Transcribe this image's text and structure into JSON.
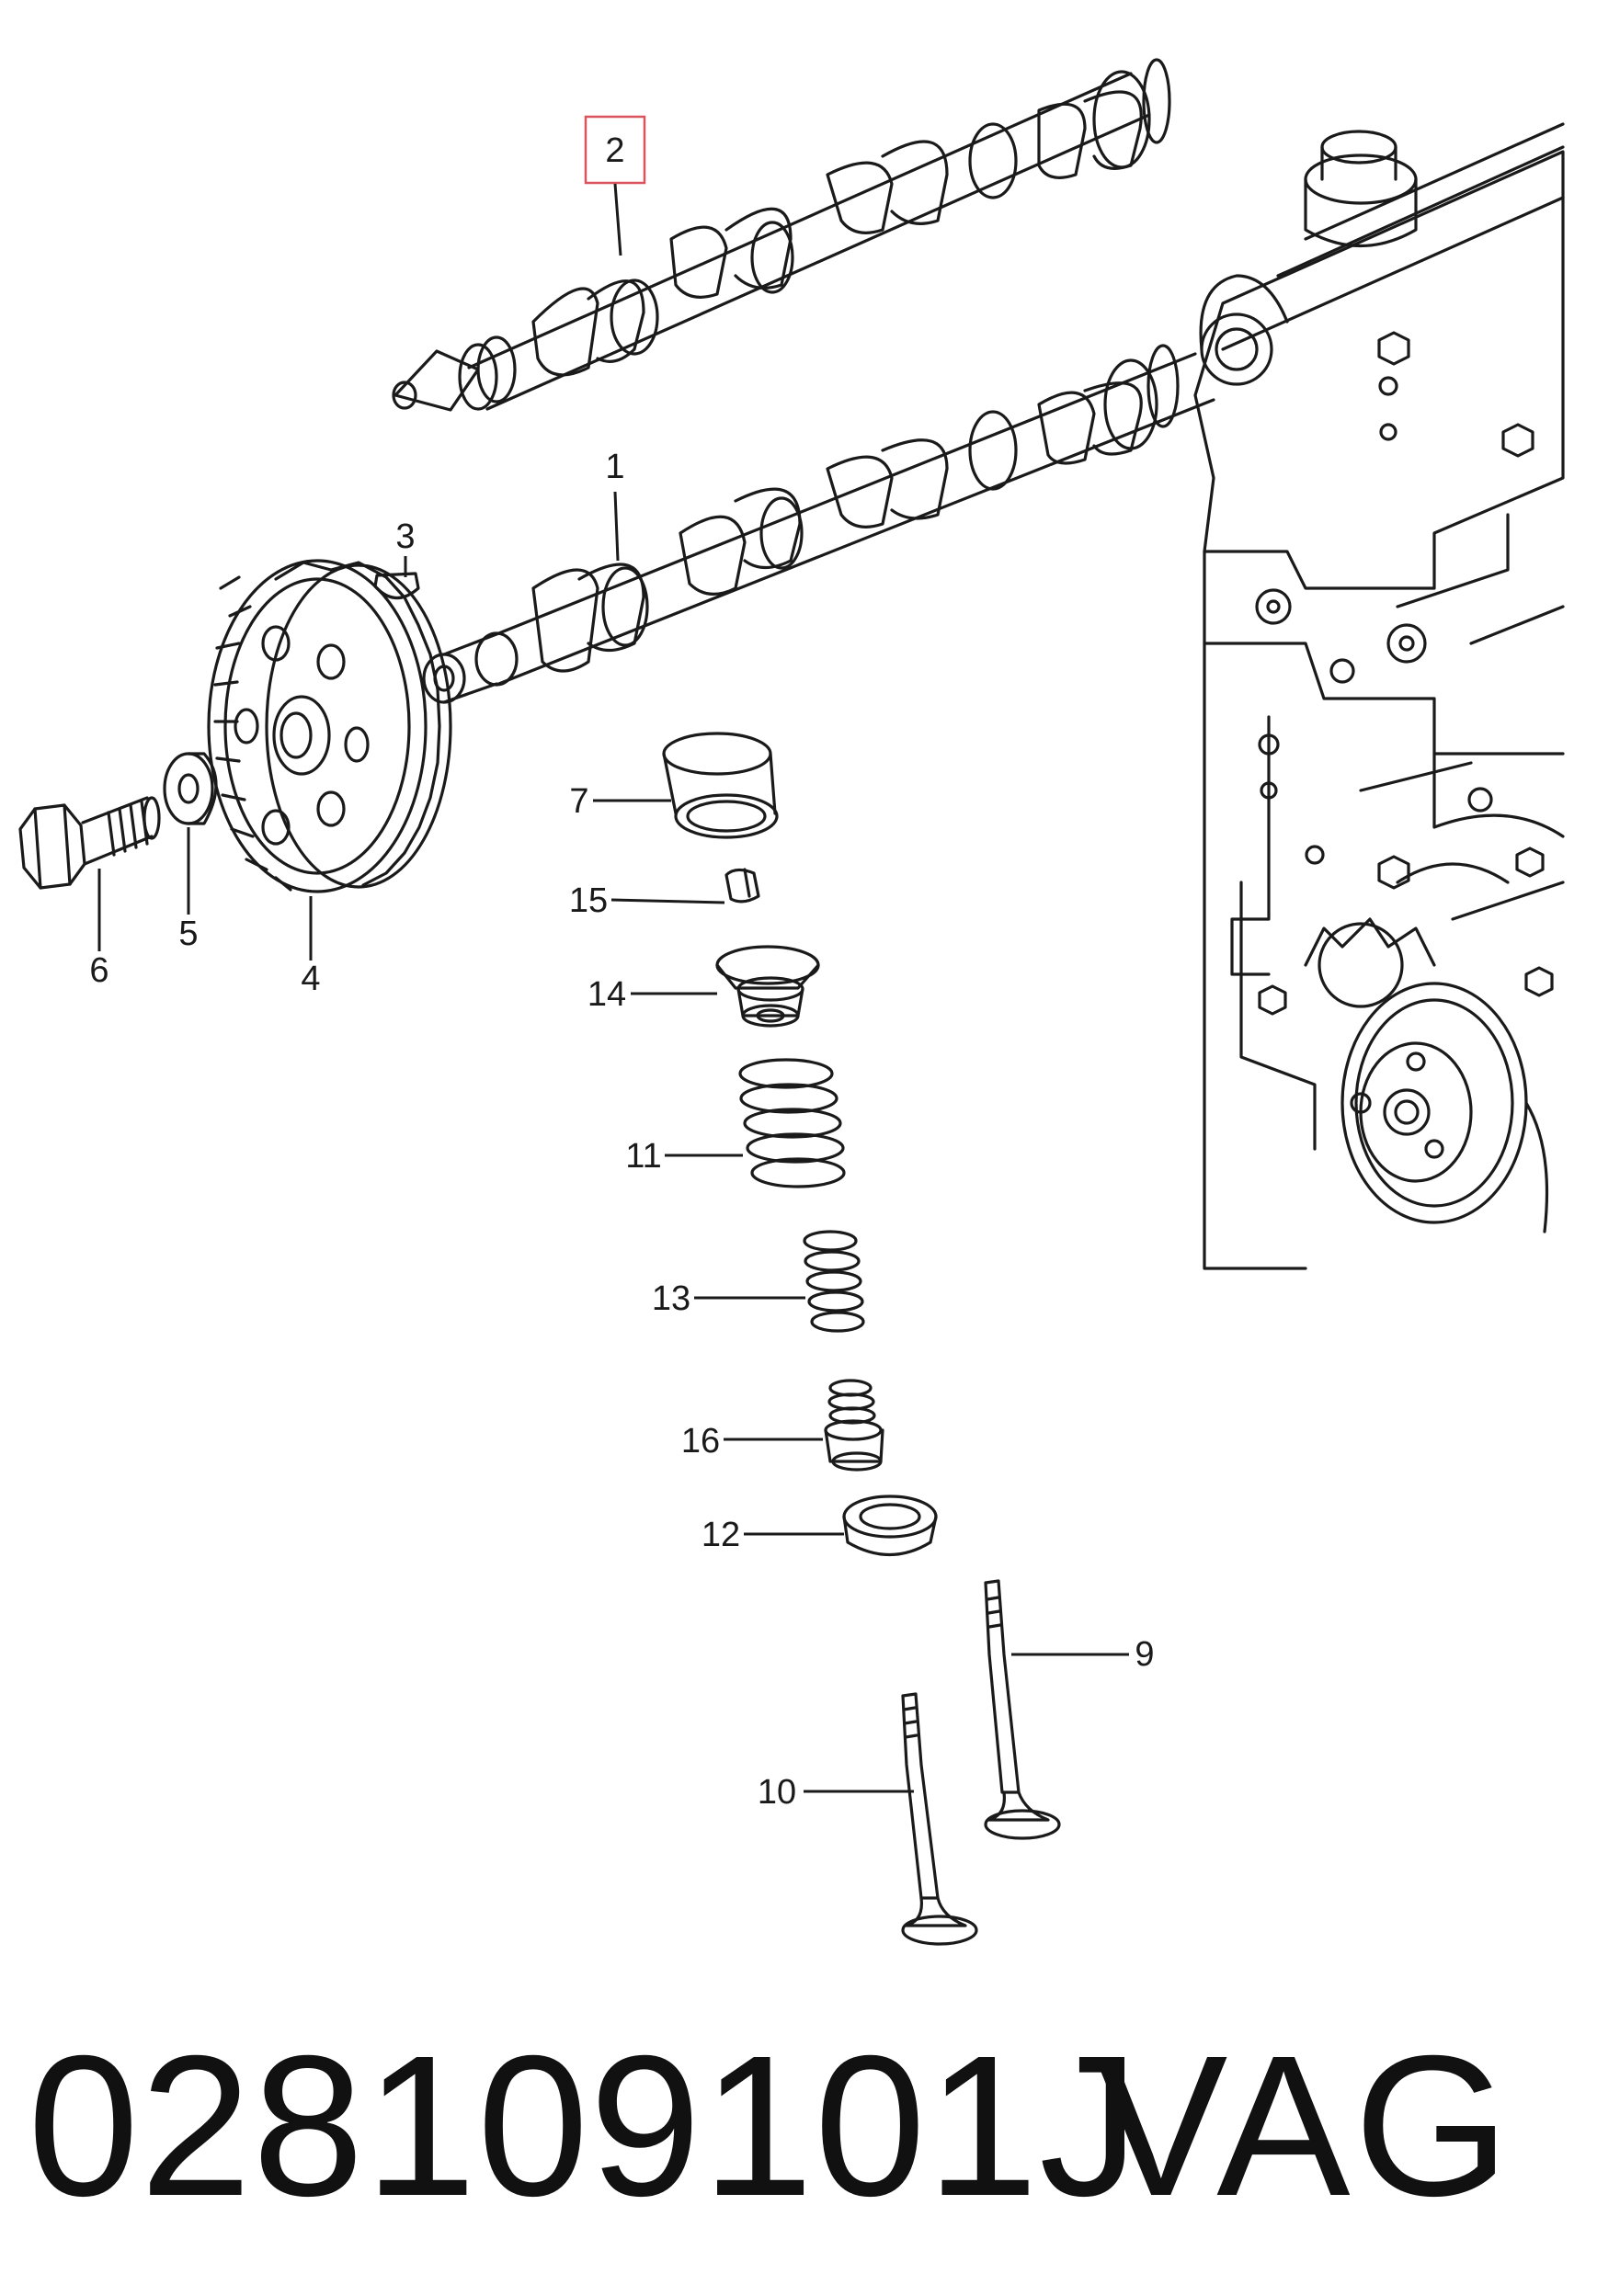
{
  "callouts": {
    "c1": "1",
    "c2": "2",
    "c3": "3",
    "c4": "4",
    "c5": "5",
    "c6": "6",
    "c7": "7",
    "c9": "9",
    "c10": "10",
    "c11": "11",
    "c12": "12",
    "c13": "13",
    "c14": "14",
    "c15": "15",
    "c16": "16"
  },
  "highlighted_callout": "2",
  "footer": {
    "part_number": "028109101J",
    "manufacturer": "VAG"
  },
  "colors": {
    "line": "#1a1a1a",
    "highlight": "#d9545c",
    "background": "#ffffff"
  }
}
